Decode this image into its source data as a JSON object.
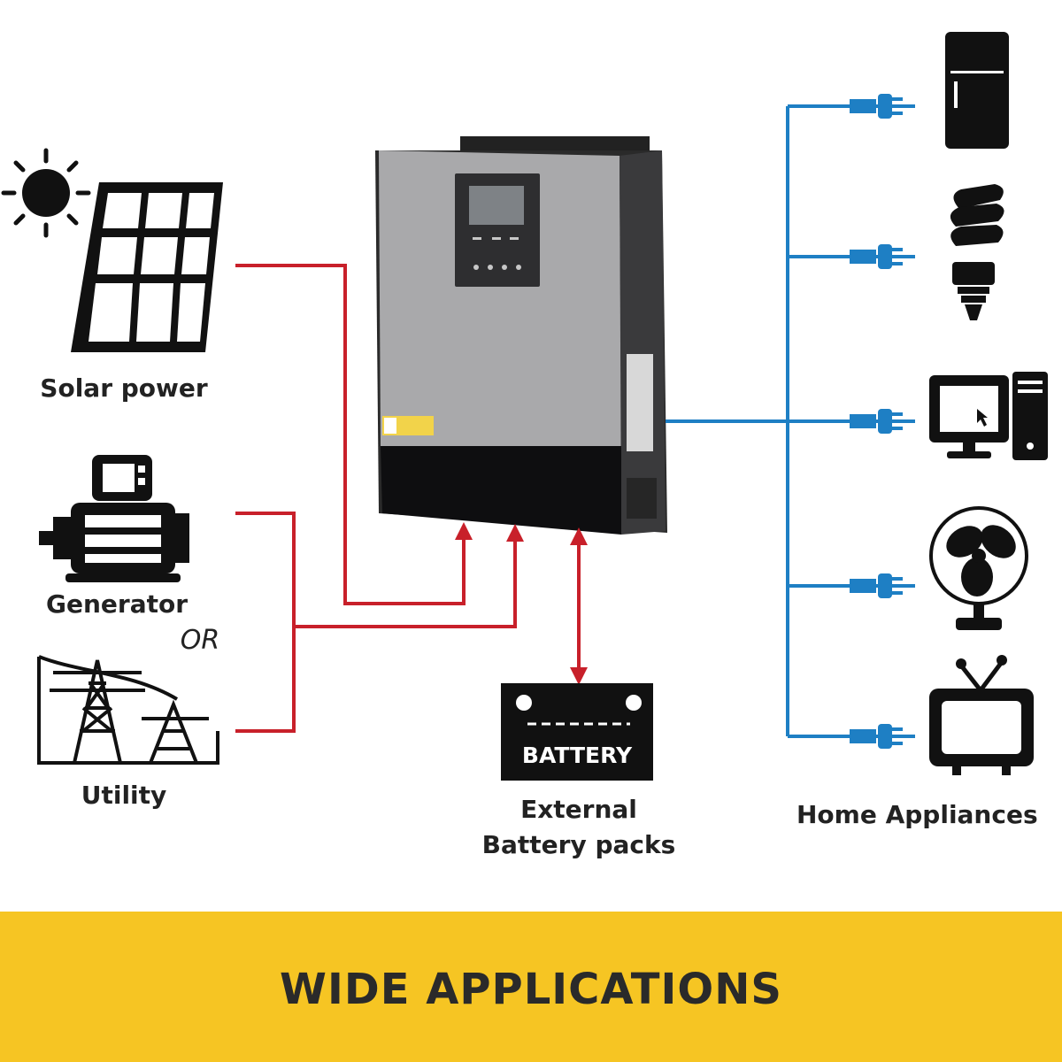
{
  "sources": {
    "solar_label": "Solar power",
    "generator_label": "Generator",
    "or_label": "OR",
    "utility_label": "Utility"
  },
  "battery": {
    "box_label": "BATTERY",
    "caption_line1": "External",
    "caption_line2": "Battery packs"
  },
  "appliances": {
    "label": "Home Appliances",
    "items": [
      "refrigerator-icon",
      "light-bulb-icon",
      "computer-icon",
      "fan-icon",
      "tv-icon"
    ]
  },
  "banner": {
    "text": "WIDE APPLICATIONS"
  },
  "colors": {
    "input_line": "#c8202a",
    "output_line": "#1e7fc4",
    "banner_bg": "#f6c523",
    "icon": "#111111"
  }
}
